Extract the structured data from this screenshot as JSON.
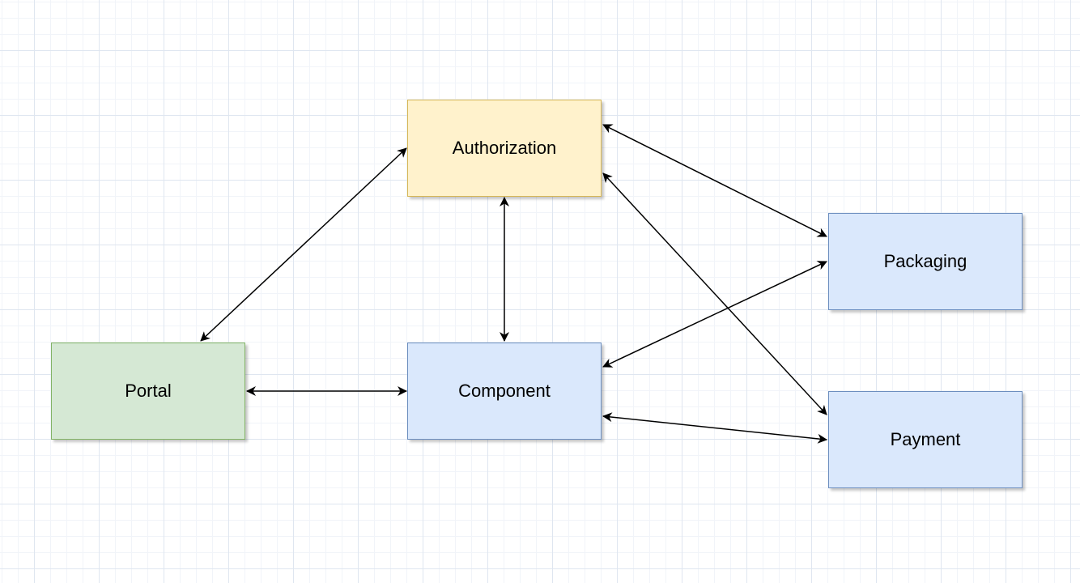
{
  "diagram": {
    "colors": {
      "yellow_fill": "#fff2cc",
      "yellow_stroke": "#d6b656",
      "blue_fill": "#dae8fc",
      "blue_stroke": "#6c8ebf",
      "green_fill": "#d5e8d4",
      "green_stroke": "#82b366",
      "edge": "#000000"
    },
    "nodes": {
      "authorization": {
        "label": "Authorization",
        "style": "yellow"
      },
      "packaging": {
        "label": "Packaging",
        "style": "blue"
      },
      "portal": {
        "label": "Portal",
        "style": "green"
      },
      "component": {
        "label": "Component",
        "style": "blue"
      },
      "payment": {
        "label": "Payment",
        "style": "blue"
      }
    },
    "edges": [
      {
        "from": "authorization",
        "to": "portal",
        "direction": "both"
      },
      {
        "from": "authorization",
        "to": "component",
        "direction": "both"
      },
      {
        "from": "authorization",
        "to": "packaging",
        "direction": "both"
      },
      {
        "from": "authorization",
        "to": "payment",
        "direction": "both"
      },
      {
        "from": "portal",
        "to": "component",
        "direction": "both"
      },
      {
        "from": "component",
        "to": "packaging",
        "direction": "both"
      },
      {
        "from": "component",
        "to": "payment",
        "direction": "both"
      }
    ]
  }
}
